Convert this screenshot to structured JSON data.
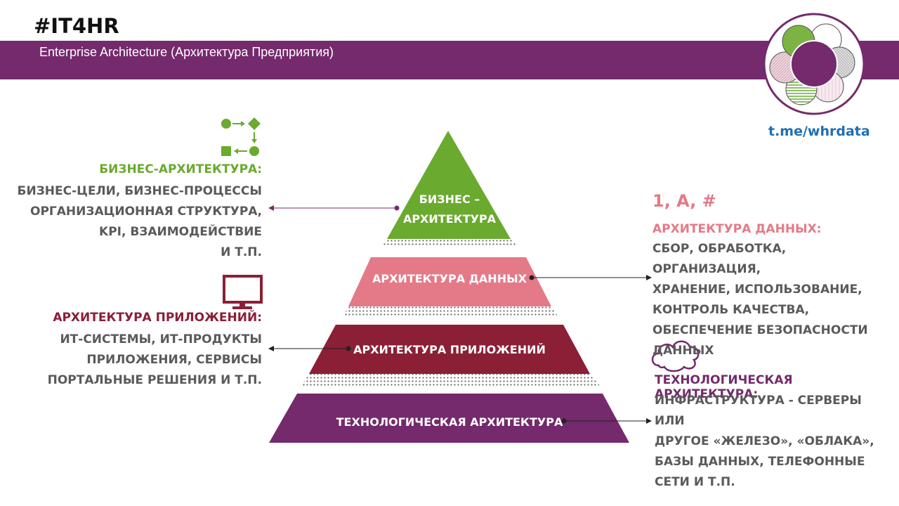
{
  "header": {
    "hashtag": "#IT4HR",
    "subtitle": "Enterprise Architecture (Архитектура Предприятия)"
  },
  "colors": {
    "band": "#742a6c",
    "business": "#6aaa2e",
    "data": "#e47a88",
    "applications": "#8b1f36",
    "technology": "#742a6c"
  },
  "pyramid": {
    "levels": [
      {
        "label_line1": "БИЗНЕС –",
        "label_line2": "АРХИТЕКТУРА"
      },
      {
        "label": "АРХИТЕКТУРА ДАННЫХ"
      },
      {
        "label": "АРХИТЕКТУРА ПРИЛОЖЕНИЙ"
      },
      {
        "label": "ТЕХНОЛОГИЧЕСКАЯ АРХИТЕКТУРА"
      }
    ]
  },
  "left": {
    "business": {
      "icon": "process-flow-icon",
      "heading": "БИЗНЕС-АРХИТЕКТУРА:",
      "lines": [
        "БИЗНЕС-ЦЕЛИ, БИЗНЕС-ПРОЦЕССЫ",
        "ОРГАНИЗАЦИОННАЯ СТРУКТУРА,",
        "KPI, ВЗАИМОДЕЙСТВИЕ",
        "И Т.П."
      ]
    },
    "applications": {
      "icon": "monitor-icon",
      "heading": "АРХИТЕКТУРА ПРИЛОЖЕНИЙ:",
      "lines": [
        "ИТ-СИСТЕМЫ, ИТ-ПРОДУКТЫ",
        "ПРИЛОЖЕНИЯ, СЕРВИСЫ",
        "ПОРТАЛЬНЫЕ РЕШЕНИЯ  И Т.П."
      ]
    }
  },
  "right": {
    "data": {
      "symbols": "1, A, #",
      "heading": "АРХИТЕКТУРА ДАННЫХ:",
      "lines": [
        "СБОР, ОБРАБОТКА, ОРГАНИЗАЦИЯ,",
        "ХРАНЕНИЕ, ИСПОЛЬЗОВАНИЕ,",
        "КОНТРОЛЬ КАЧЕСТВА,",
        "ОБЕСПЕЧЕНИЕ БЕЗОПАСНОСТИ",
        "ДАННЫХ"
      ]
    },
    "technology": {
      "icon": "cloud-icon",
      "heading": "ТЕХНОЛОГИЧЕСКАЯ АРХИТЕКТУРА:",
      "lines": [
        "ИНФРАСТРУКТУРА - СЕРВЕРЫ ИЛИ",
        "ДРУГОЕ «ЖЕЛЕЗО», «ОБЛАКА»,",
        "БАЗЫ ДАННЫХ,  ТЕЛЕФОННЫЕ",
        "СЕТИ И Т.П."
      ]
    }
  },
  "logo": {
    "icon": "flower-circles-logo",
    "link": "t.me/whrdata"
  }
}
